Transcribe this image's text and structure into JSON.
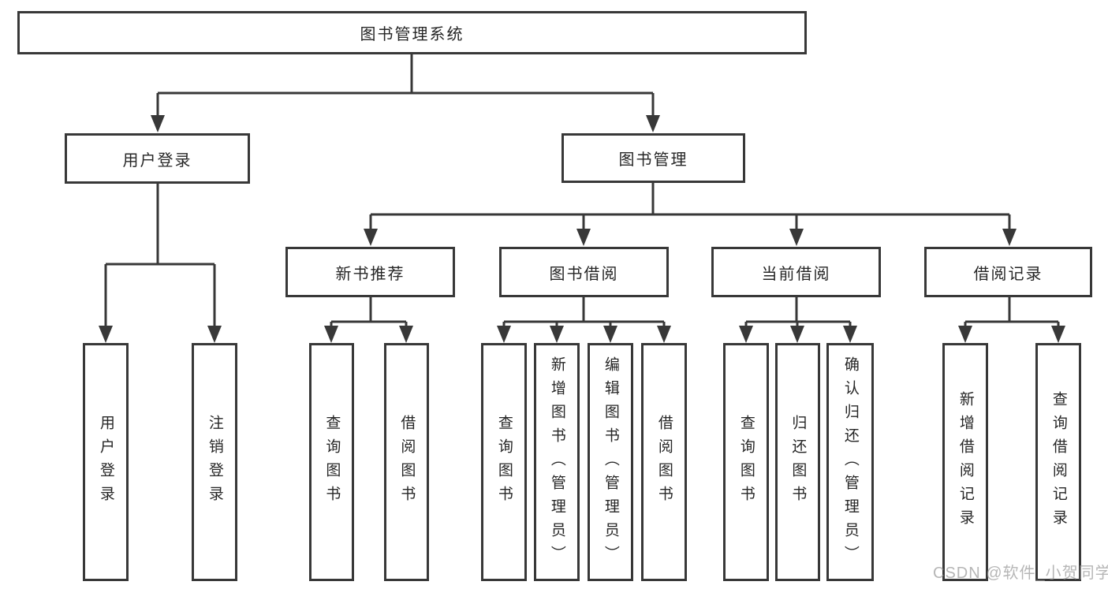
{
  "diagram": {
    "root": "图书管理系统",
    "level2": [
      "用户登录",
      "图书管理"
    ],
    "level3": [
      "新书推荐",
      "图书借阅",
      "当前借阅",
      "借阅记录"
    ],
    "leaves": {
      "user_login": [
        "用户登录",
        "注销登录"
      ],
      "new_book_recommend": [
        "查询图书",
        "借阅图书"
      ],
      "book_borrow": [
        "查询图书",
        "新增图书（管理员）",
        "编辑图书（管理员）",
        "借阅图书"
      ],
      "current_borrow": [
        "查询图书",
        "归还图书",
        "确认归还（管理员）"
      ],
      "borrow_record": [
        "新增借阅记录",
        "查询借阅记录"
      ]
    },
    "watermark": "CSDN @软件_小贺同学",
    "colors": {
      "line": "#383838",
      "text": "#262626",
      "box_background": "#ffffff",
      "watermark": "#9a9a9a",
      "background": "#ffffff"
    }
  }
}
